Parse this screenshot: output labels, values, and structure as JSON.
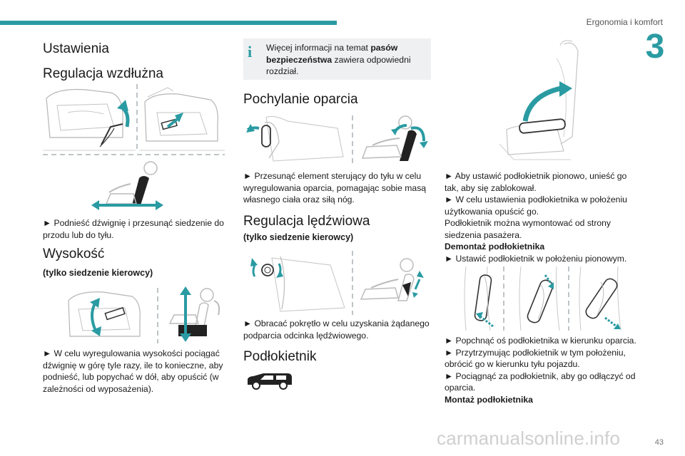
{
  "header": {
    "section_title": "Ergonomia i komfort",
    "chapter_number": "3"
  },
  "col1": {
    "h_settings": "Ustawienia",
    "h_longitudinal": "Regulacja wzdłużna",
    "longitudinal_text": "► Podnieść dźwignię i przesunąć siedzenie do przodu lub do tyłu.",
    "h_height": "Wysokość",
    "height_sub": "(tylko siedzenie kierowcy)",
    "height_text": "► W celu wyregulowania wysokości pociągać dźwignię w górę tyle razy, ile to konieczne, aby podnieść, lub popychać w dół, aby opuścić (w zależności od wyposażenia)."
  },
  "col2": {
    "info_text_1": "Więcej informacji na temat ",
    "info_text_bold": "pasów bezpieczeństwa",
    "info_text_2": " zawiera odpowiedni rozdział.",
    "h_recline": "Pochylanie oparcia",
    "recline_text": "► Przesunąć element sterujący do tyłu w celu wyregulowania oparcia, pomagając sobie masą własnego ciała oraz siłą nóg.",
    "h_lumbar": "Regulacja lędźwiowa",
    "lumbar_sub": "(tylko siedzenie kierowcy)",
    "lumbar_text": "► Obracać pokrętło w celu uzyskania żądanego podparcia odcinka lędźwiowego.",
    "h_armrest": "Podłokietnik"
  },
  "col3": {
    "line1": "► Aby ustawić podłokietnik pionowo, unieść go tak, aby się zablokował.",
    "line2": "► W celu ustawienia podłokietnika w położeniu użytkowania opuścić go.",
    "line3": "Podłokietnik można wymontować od strony siedzenia pasażera.",
    "remove_title": "Demontaż podłokietnika",
    "line4": "► Ustawić podłokietnik w położeniu pionowym.",
    "line5": "► Popchnąć oś podłokietnika w kierunku oparcia.",
    "line6": "► Przytrzymując podłokietnik w tym położeniu, obrócić go w kierunku tyłu pojazdu.",
    "line7": "► Pociągnąć za podłokietnik, aby go odłączyć od oparcia.",
    "mount_title": "Montaż podłokietnika"
  },
  "footer": {
    "page_number": "43",
    "watermark": "carmanualsonline.info"
  },
  "colors": {
    "accent": "#2a9ba2",
    "info_bg": "#eef0f1"
  }
}
